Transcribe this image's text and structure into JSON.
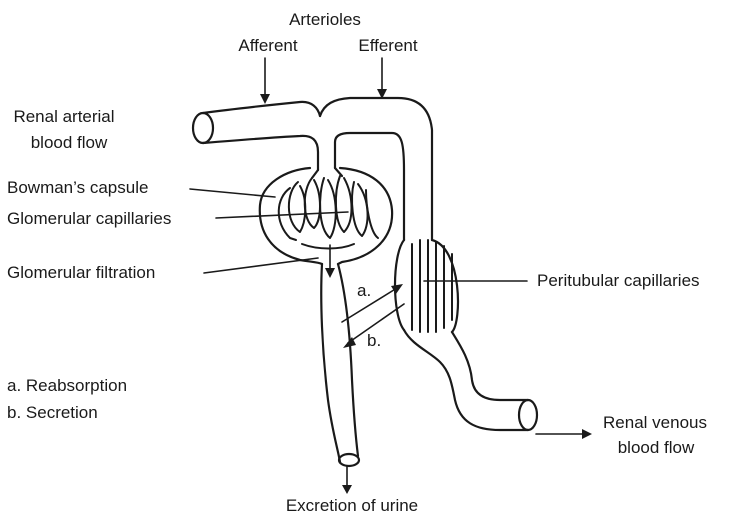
{
  "labels": {
    "arterioles": "Arterioles",
    "afferent": "Afferent",
    "efferent": "Efferent",
    "renal_arterial_1": "Renal arterial",
    "renal_arterial_2": "blood flow",
    "bowmans_capsule": "Bowman’s capsule",
    "glomerular_capillaries": "Glomerular capillaries",
    "glomerular_filtration": "Glomerular filtration",
    "peritubular_capillaries": "Peritubular capillaries",
    "marker_a": "a.",
    "marker_b": "b.",
    "legend_a": "a. Reabsorption",
    "legend_b": "b. Secretion",
    "renal_venous_1": "Renal venous",
    "renal_venous_2": "blood flow",
    "excretion": "Excretion of urine"
  }
}
